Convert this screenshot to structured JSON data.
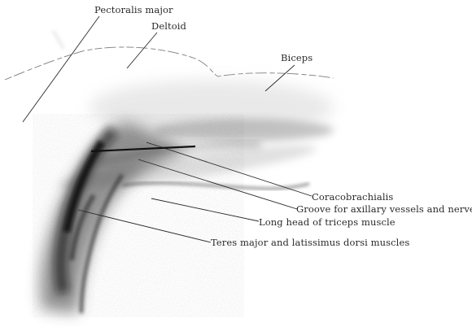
{
  "labels": {
    "pectoralis_major": "Pectoralis major",
    "deltoid": "Deltoid",
    "biceps": "Biceps",
    "coracobrachialis": "Coracobrachialis",
    "groove": "Groove for axillary vessels and nerves",
    "long_head_triceps": "Long head of triceps muscle",
    "teres_latissimus": "Teres major and latissimus dorsi muscles"
  },
  "colors": {
    "ink": "#2a2a2a",
    "shadow": "#1a1a1a",
    "paper": "#ffffff"
  }
}
